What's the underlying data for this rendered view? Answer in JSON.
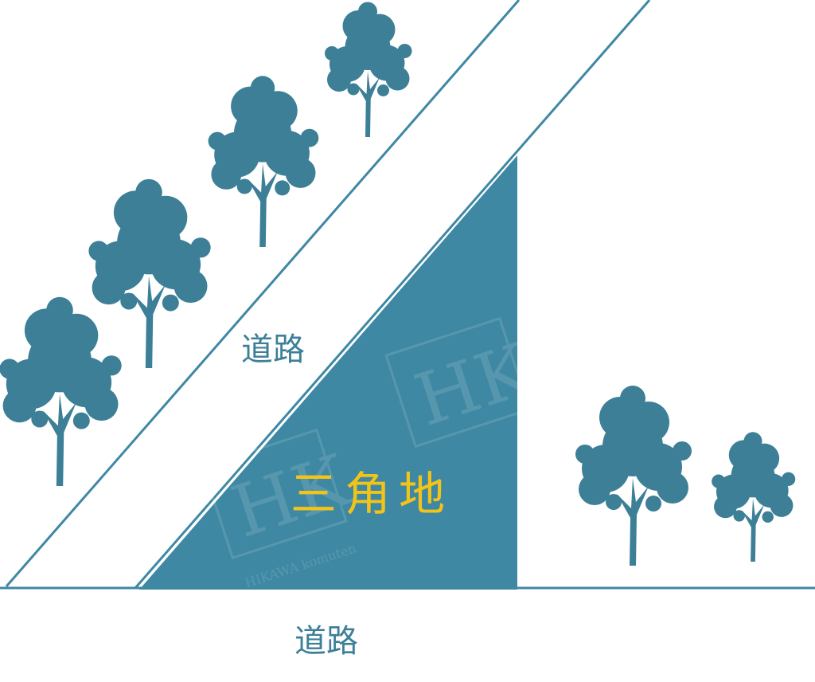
{
  "labels": {
    "diagonal_road": "道路",
    "bottom_road": "道路",
    "lot": "三角地"
  },
  "watermark": {
    "logo": "HK",
    "text": "HIKAWA komuten"
  },
  "colors": {
    "teal": "#3e88a3",
    "tree": "#3c7f97",
    "lot_label": "#f2c318",
    "road_label": "#3c7f97",
    "background": "#ffffff"
  },
  "icons": [
    "tree-icon"
  ]
}
